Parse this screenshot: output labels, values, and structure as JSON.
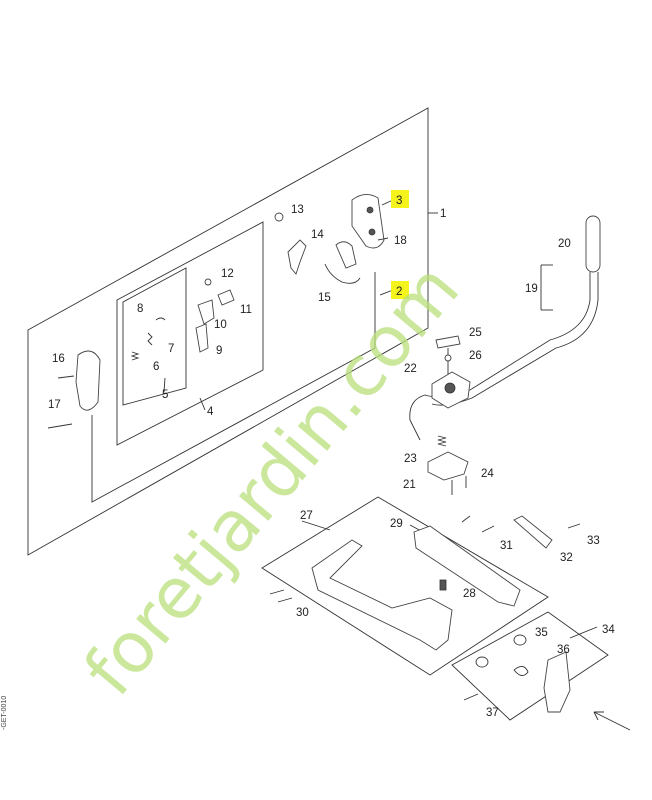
{
  "diagram": {
    "part_numbers": {
      "p1": "1",
      "p2": "2",
      "p3": "3",
      "p4": "4",
      "p5": "5",
      "p6": "6",
      "p7": "7",
      "p8": "8",
      "p9": "9",
      "p10": "10",
      "p11": "11",
      "p12": "12",
      "p13": "13",
      "p14": "14",
      "p15": "15",
      "p16": "16",
      "p17": "17",
      "p18": "18",
      "p19": "19",
      "p20": "20",
      "p21": "21",
      "p22": "22",
      "p23": "23",
      "p24": "24",
      "p25": "25",
      "p26": "26",
      "p27": "27",
      "p28": "28",
      "p29": "29",
      "p30": "30",
      "p31": "31",
      "p32": "32",
      "p33": "33",
      "p34": "34",
      "p35": "35",
      "p36": "36",
      "p37": "37"
    },
    "highlighted": [
      "2",
      "3"
    ],
    "highlight_color": "#f4f41c",
    "side_code": "-GET-0010"
  },
  "watermark": {
    "text": "foretjardin.com",
    "color_main": "#b9e07a",
    "color_accent": "#e8b24a",
    "color_dot": "#8a7a6a"
  }
}
